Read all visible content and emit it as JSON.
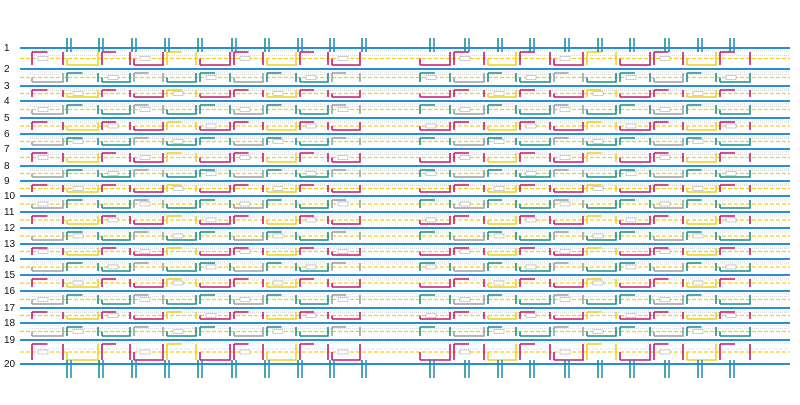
{
  "diagram": {
    "row_numbers": [
      "1",
      "2",
      "3",
      "4",
      "5",
      "6",
      "7",
      "8",
      "9",
      "10",
      "11",
      "12",
      "13",
      "14",
      "15",
      "16",
      "17",
      "18",
      "19",
      "20"
    ],
    "colors": {
      "blue": "#2b8fcf",
      "teal": "#1b8f8a",
      "magenta": "#c8186e",
      "yellow": "#f0d21e",
      "gray": "#9aa0a6",
      "black": "#111111",
      "note": "#d03060"
    }
  }
}
